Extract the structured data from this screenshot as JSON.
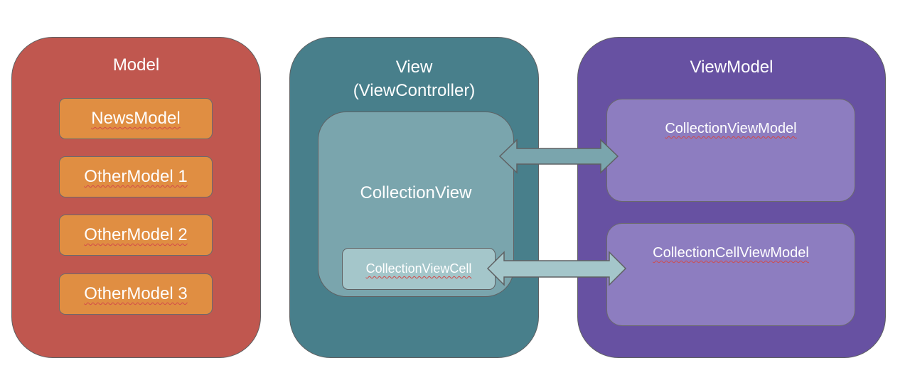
{
  "diagram": {
    "model": {
      "title": "Model",
      "items": [
        "NewsModel",
        "OtherModel 1",
        "OtherModel 2",
        "OtherModel 3"
      ],
      "color": "#c0574f",
      "item_color": "#e08e42"
    },
    "view": {
      "title_line1": "View",
      "title_line2": "(ViewController)",
      "collection_view": "CollectionView",
      "cell": "CollectionViewCell",
      "color": "#487f8b"
    },
    "viewmodel": {
      "title": "ViewModel",
      "items": [
        "CollectionViewModel",
        "CollectionCellViewModel"
      ],
      "color": "#6751a2",
      "item_color": "#8d7dc0"
    },
    "connections": [
      {
        "from": "CollectionView",
        "to": "CollectionViewModel",
        "type": "bidirectional"
      },
      {
        "from": "CollectionViewCell",
        "to": "CollectionCellViewModel",
        "type": "bidirectional"
      }
    ]
  }
}
